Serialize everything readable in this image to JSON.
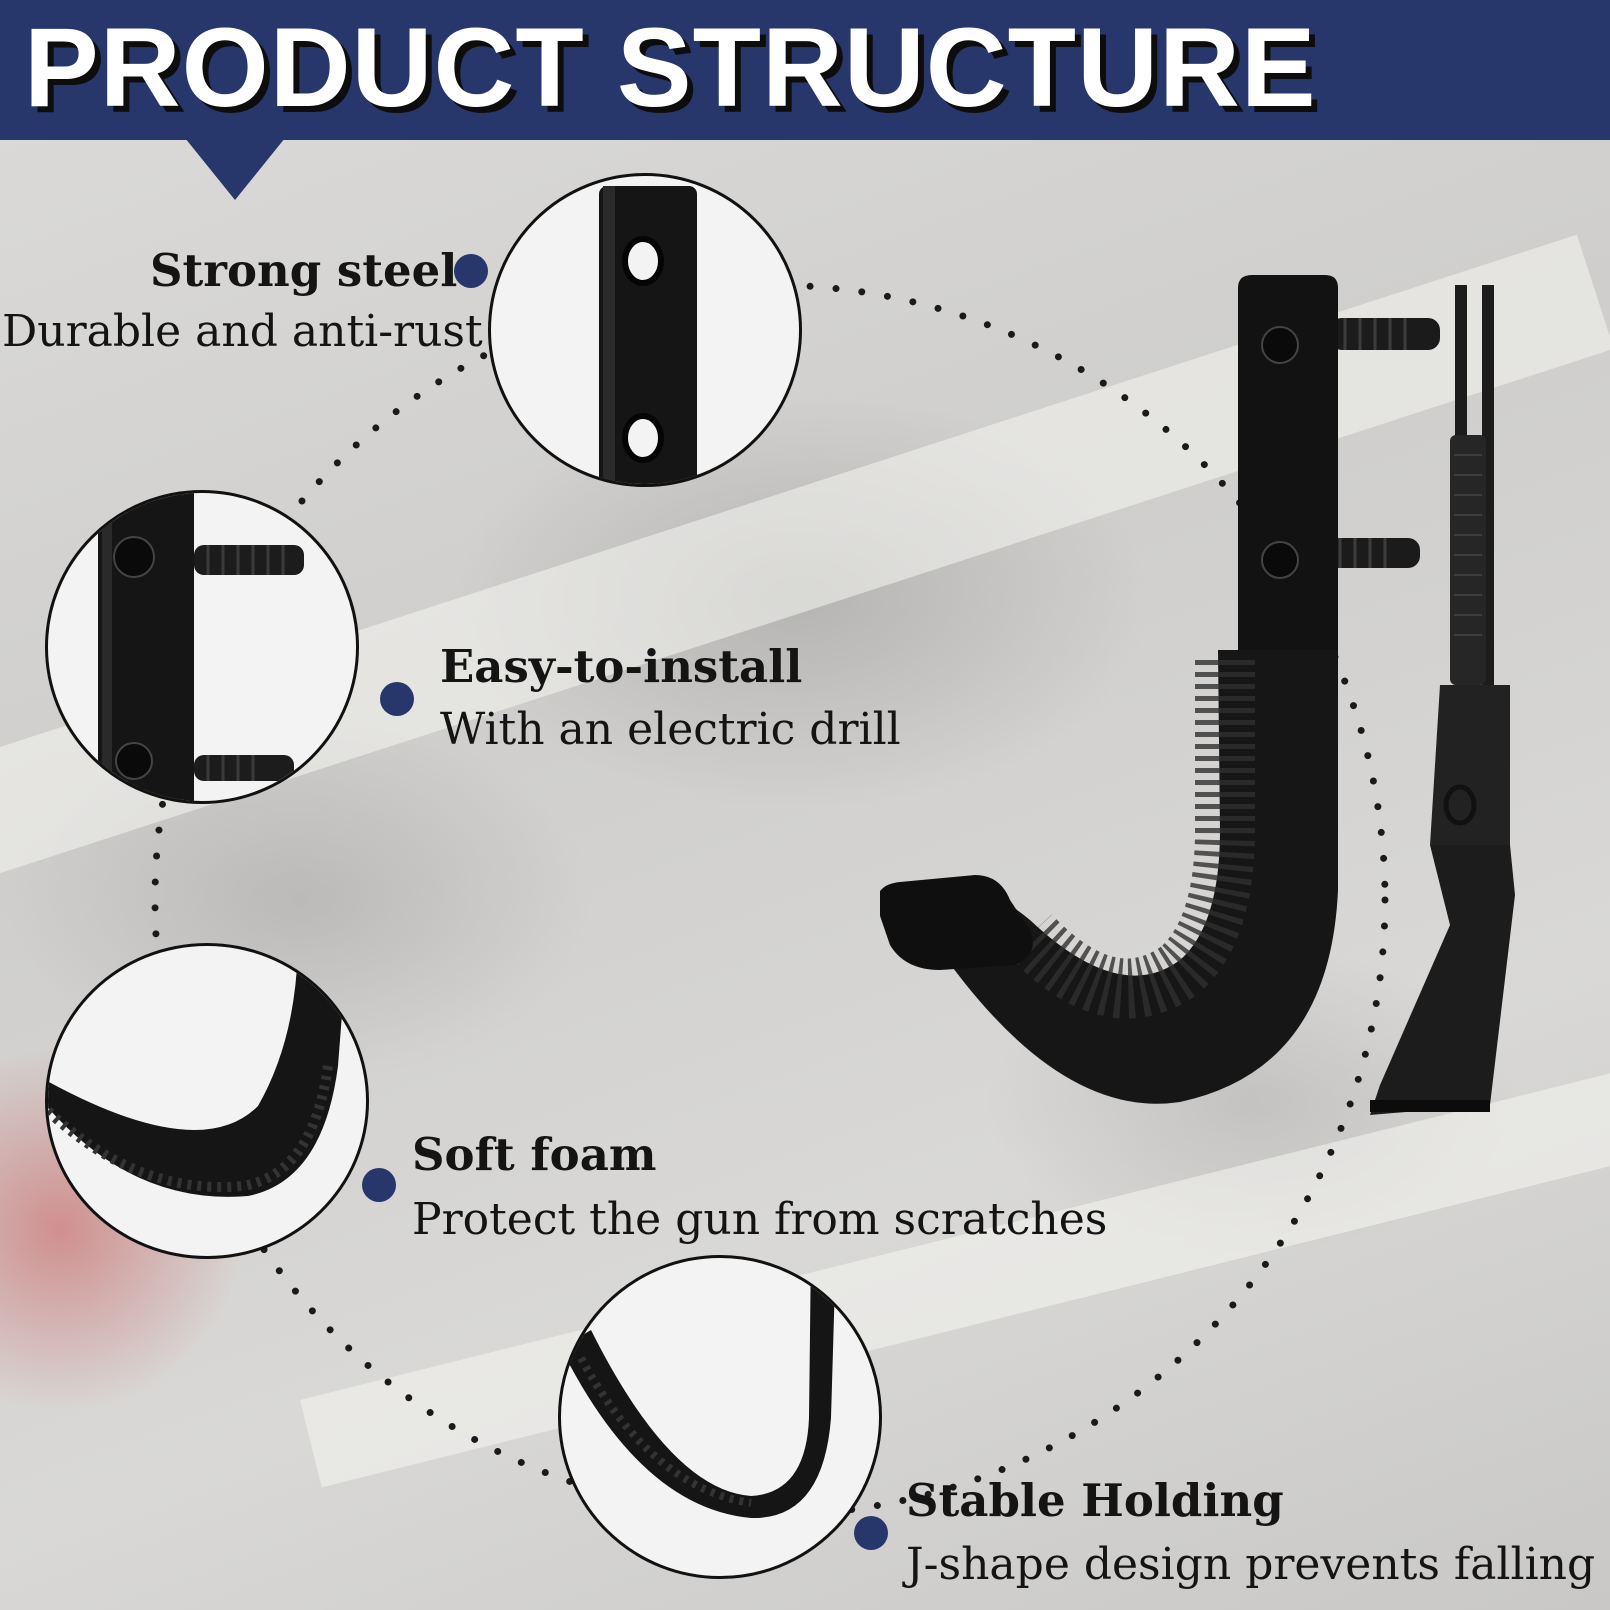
{
  "header": {
    "title": "PRODUCT STRUCTURE"
  },
  "colors": {
    "accent": "#27366b",
    "text": "#141414",
    "product": "#151515"
  },
  "features": [
    {
      "title": "Strong steel",
      "desc": "Durable and anti-rust",
      "icon": "mounting-plate-closeup"
    },
    {
      "title": "Easy-to-install",
      "desc": "With an electric drill",
      "icon": "screws-closeup"
    },
    {
      "title": "Soft foam",
      "desc": "Protect the gun from scratches",
      "icon": "foam-closeup"
    },
    {
      "title": "Stable Holding",
      "desc": "J-shape design prevents falling",
      "icon": "j-shape-closeup"
    }
  ]
}
